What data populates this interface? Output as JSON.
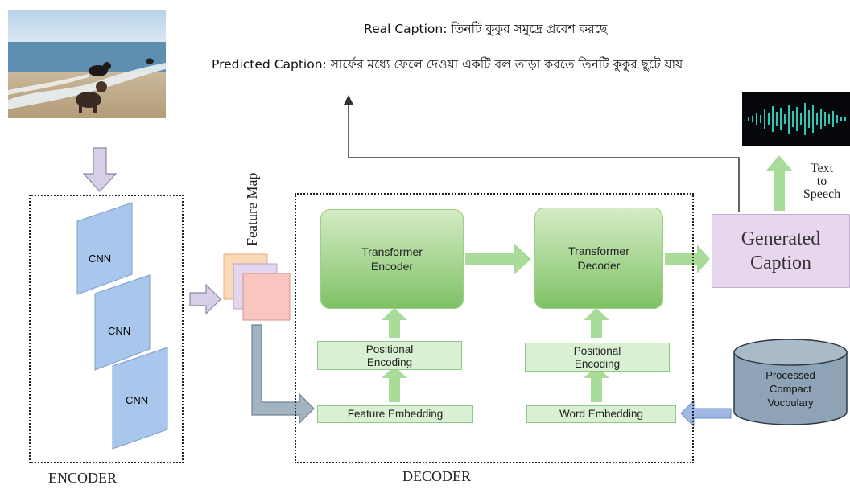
{
  "captions": {
    "real": "Real Caption: তিনটি কুকুর সমুদ্রে প্রবেশ করছে",
    "predicted": "Predicted Caption: সার্ফের মধ্যে ফেলে দেওয়া একটি বল তাড়া করতে তিনটি কুকুর ছুটে যায়"
  },
  "encoder": {
    "label": "ENCODER",
    "cnn_labels": [
      "CNN",
      "CNN",
      "CNN"
    ]
  },
  "feature_map_label": "Feature Map",
  "decoder": {
    "label": "DECODER",
    "transformer_encoder": [
      "Transformer",
      "Encoder"
    ],
    "transformer_decoder": [
      "Transformer",
      "Decoder"
    ],
    "positional_encoding": [
      "Positional",
      "Encoding"
    ],
    "feature_embedding": "Feature Embedding",
    "word_embedding": "Word Embedding"
  },
  "generated_caption": [
    "Generated",
    "Caption"
  ],
  "text_to_speech": [
    "Text",
    "to",
    "Speech"
  ],
  "vocabulary": [
    "Processed",
    "Compact",
    "Vocbulary"
  ],
  "colors": {
    "green_arrow": "#a9dc98",
    "blue_arrow": "#9fb8e6",
    "cnn_blue": "#a9c6ec",
    "gen_caption_bg": "#e7d6ee",
    "vocab_cylinder": "#8ea3b5"
  }
}
